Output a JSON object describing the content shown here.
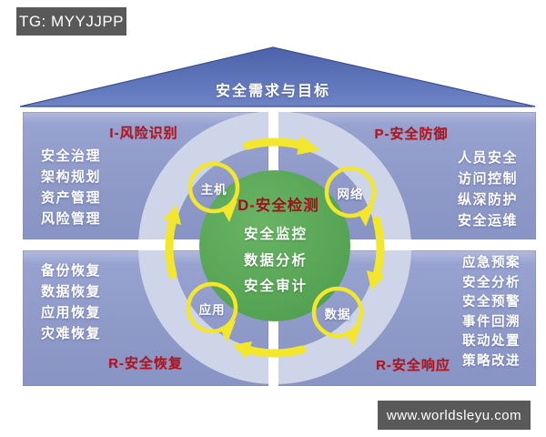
{
  "badge": {
    "text": "TG: MYYJJPP"
  },
  "watermark": {
    "text": "www.worldsleyu.com"
  },
  "roof": {
    "label": "安全需求与目标"
  },
  "center": {
    "title": "D-安全检测",
    "items": [
      "安全监控",
      "数据分析",
      "安全审计"
    ]
  },
  "nodes": [
    {
      "label": "主机"
    },
    {
      "label": "网络"
    },
    {
      "label": "应用"
    },
    {
      "label": "数据"
    }
  ],
  "quadrants": [
    {
      "id": "risk-identification",
      "title": "I-风险识别",
      "items": [
        "安全治理",
        "架构规划",
        "资产管理",
        "风险管理"
      ]
    },
    {
      "id": "security-defense",
      "title": "P-安全防御",
      "items": [
        "人员安全",
        "访问控制",
        "纵深防护",
        "安全运维"
      ]
    },
    {
      "id": "security-recovery",
      "title": "R-安全恢复",
      "items": [
        "备份恢复",
        "数据恢复",
        "应用恢复",
        "灾难恢复"
      ]
    },
    {
      "id": "security-response",
      "title": "R-安全响应",
      "items": [
        "应急预案",
        "安全分析",
        "安全预警",
        "事件回溯",
        "联动处置",
        "策略改进"
      ]
    }
  ],
  "colors": {
    "quadrant_blue": "#8e99c8",
    "roof_blue": "#5570b8",
    "ring_lavender": "#cfd5e8",
    "center_green": "#55a655",
    "arrow_yellow": "#f2e72c",
    "title_red": "#b5121b",
    "badge_gray": "#595959"
  }
}
